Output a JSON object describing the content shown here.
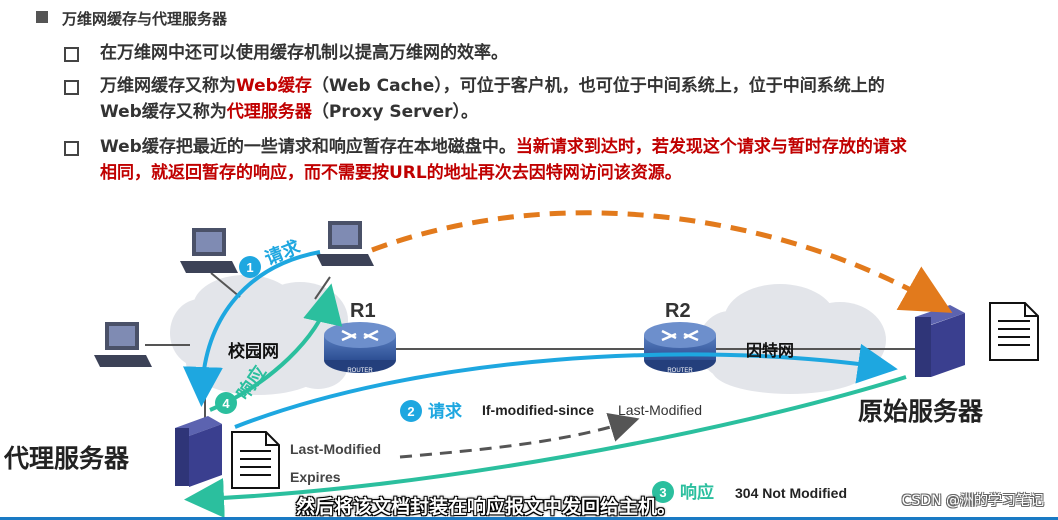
{
  "heading": "万维网缓存与代理服务器",
  "bullets": [
    {
      "line1": [
        {
          "t": "在万维网中还可以使用缓存机制以提高万维网的效率。",
          "c": "n"
        }
      ]
    },
    {
      "line1": [
        {
          "t": "万维网缓存又称为",
          "c": "n"
        },
        {
          "t": "Web缓存",
          "c": "r"
        },
        {
          "t": "（Web Cache），可位于客户机，也可位于中间系统上，位于中间系统上的",
          "c": "n"
        }
      ],
      "line2": [
        {
          "t": "Web缓存又称为",
          "c": "n"
        },
        {
          "t": "代理服务器",
          "c": "r"
        },
        {
          "t": "（Proxy Server）。",
          "c": "n"
        }
      ]
    },
    {
      "line1": [
        {
          "t": "Web缓存把最近的一些请求和响应暂存在本地磁盘中。",
          "c": "n"
        },
        {
          "t": "当新请求到达时，若发现这个请求与暂时存放的请求",
          "c": "r"
        }
      ],
      "line2": [
        {
          "t": "相同，就返回暂存的响应，而不需要按URL的地址再次去因特网访问该资源。",
          "c": "r"
        }
      ]
    }
  ],
  "diagram": {
    "r1": "R1",
    "r2": "R2",
    "router_label": "ROUTER",
    "campus": "校园网",
    "internet": "因特网",
    "origin_server": "原始服务器",
    "proxy_server": "代理服务器",
    "step1_num": "1",
    "step1_label": "请求",
    "step2_num": "2",
    "step2_label": "请求",
    "step2_header": "If-modified-since",
    "step2_value": "Last-Modified",
    "step3_num": "3",
    "step3_label": "响应",
    "step3_status": "304 Not Modified",
    "step4_num": "4",
    "step4_label": "响应",
    "doc_field1": "Last-Modified",
    "doc_field2": "Expires"
  },
  "caption": "然后将该文档封装在响应报文中发回给主机。",
  "watermark": "CSDN @洲的学习笔记",
  "colors": {
    "red": "#c00000",
    "blue": "#1ea7e0",
    "green": "#2bbf9e",
    "orange": "#e27a1c",
    "server": "#3a3f8f"
  }
}
